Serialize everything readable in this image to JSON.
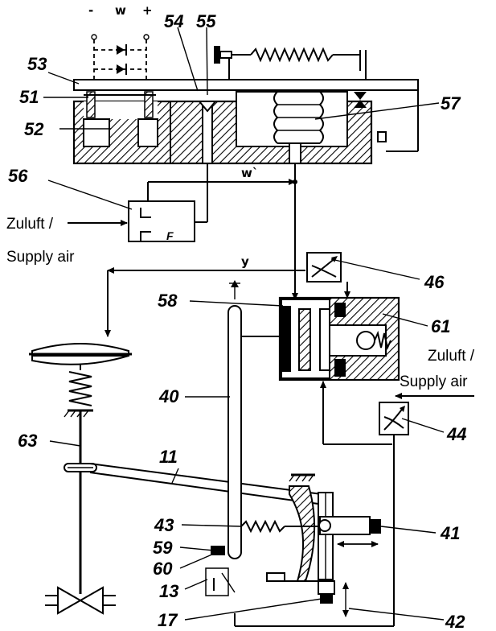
{
  "caption": "",
  "colors": {
    "caption": "#2aa830",
    "ink": "#000000"
  },
  "terminals": {
    "minus": "-",
    "w": "w",
    "plus": "+"
  },
  "signals": {
    "w_prime": "w`",
    "y": "y",
    "f": "F"
  },
  "supply_air_left": {
    "line1": "Zuluft /",
    "line2": "Supply air"
  },
  "supply_air_right": {
    "line1": "Zuluft /",
    "line2": "Supply air"
  },
  "labels": {
    "n54": "54",
    "n55": "55",
    "n53": "53",
    "n51": "51",
    "n52": "52",
    "n57": "57",
    "n56": "56",
    "n46": "46",
    "n58": "58",
    "n61": "61",
    "n40": "40",
    "n44": "44",
    "n63": "63",
    "n11": "11",
    "n43": "43",
    "n41": "41",
    "n59": "59",
    "n60": "60",
    "n13": "13",
    "n17": "17",
    "n42": "42"
  }
}
